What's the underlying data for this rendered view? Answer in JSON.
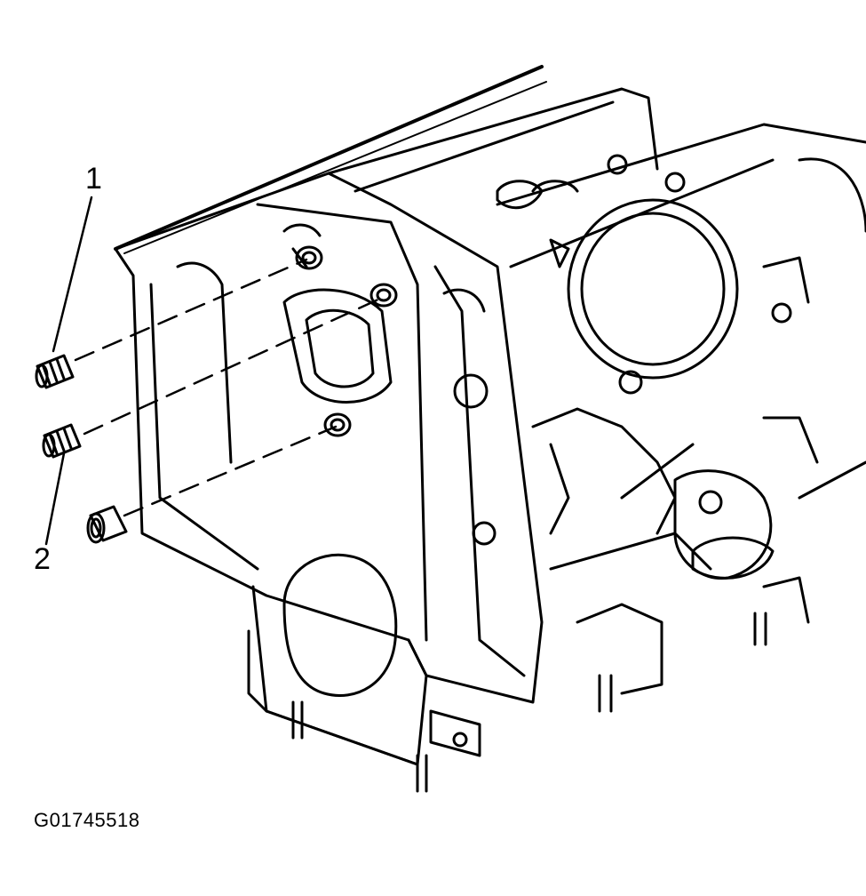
{
  "figure": {
    "callouts": [
      {
        "id": "1",
        "label": "1"
      },
      {
        "id": "2",
        "label": "2"
      }
    ],
    "figure_id": "G01745518"
  }
}
